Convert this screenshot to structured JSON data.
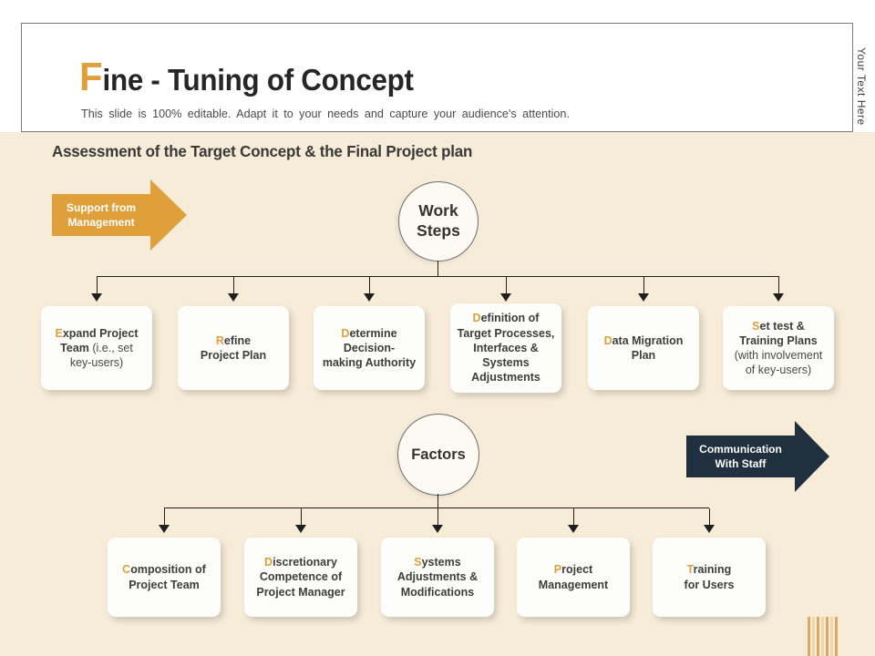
{
  "palette": {
    "accent_orange": "#DFA03C",
    "navy": "#20303F",
    "cream_background": "#F7ECD8",
    "text_dark": "#3D3D3D"
  },
  "header": {
    "title_lead": "F",
    "title_rest": "ine - Tuning of Concept",
    "subtitle": "This slide is 100% editable. Adapt it to your needs and capture your audience's attention.",
    "side_note": "Your Text Here"
  },
  "content": {
    "section_heading": "Assessment of the Target Concept & the Final Project plan",
    "support_arrow_label": "Support from\nManagement",
    "communication_arrow_label": "Communication\nWith Staff",
    "work_steps": {
      "hub_label": "Work\nSteps",
      "boxes": [
        {
          "lead": "E",
          "bold": "xpand Project\nTeam ",
          "normal": "(i.e., set\nkey-users)"
        },
        {
          "lead": "R",
          "bold": "efine\nProject Plan",
          "normal": ""
        },
        {
          "lead": "D",
          "bold": "etermine\nDecision-\nmaking Authority",
          "normal": ""
        },
        {
          "lead": "D",
          "bold": "efinition of\nTarget Processes,\nInterfaces &\nSystems\nAdjustments",
          "normal": ""
        },
        {
          "lead": "D",
          "bold": "ata Migration\nPlan",
          "normal": ""
        },
        {
          "lead": "S",
          "bold": "et test &\nTraining Plans\n",
          "normal": "(with involvement\nof key-users)"
        }
      ]
    },
    "factors": {
      "hub_label": "Factors",
      "boxes": [
        {
          "lead": "C",
          "bold": "omposition of\nProject Team",
          "normal": ""
        },
        {
          "lead": "D",
          "bold": "iscretionary\nCompetence of\nProject Manager",
          "normal": ""
        },
        {
          "lead": "S",
          "bold": "ystems\nAdjustments &\nModifications",
          "normal": ""
        },
        {
          "lead": "P",
          "bold": "roject\nManagement",
          "normal": ""
        },
        {
          "lead": "T",
          "bold": "raining\nfor Users",
          "normal": ""
        }
      ]
    }
  }
}
